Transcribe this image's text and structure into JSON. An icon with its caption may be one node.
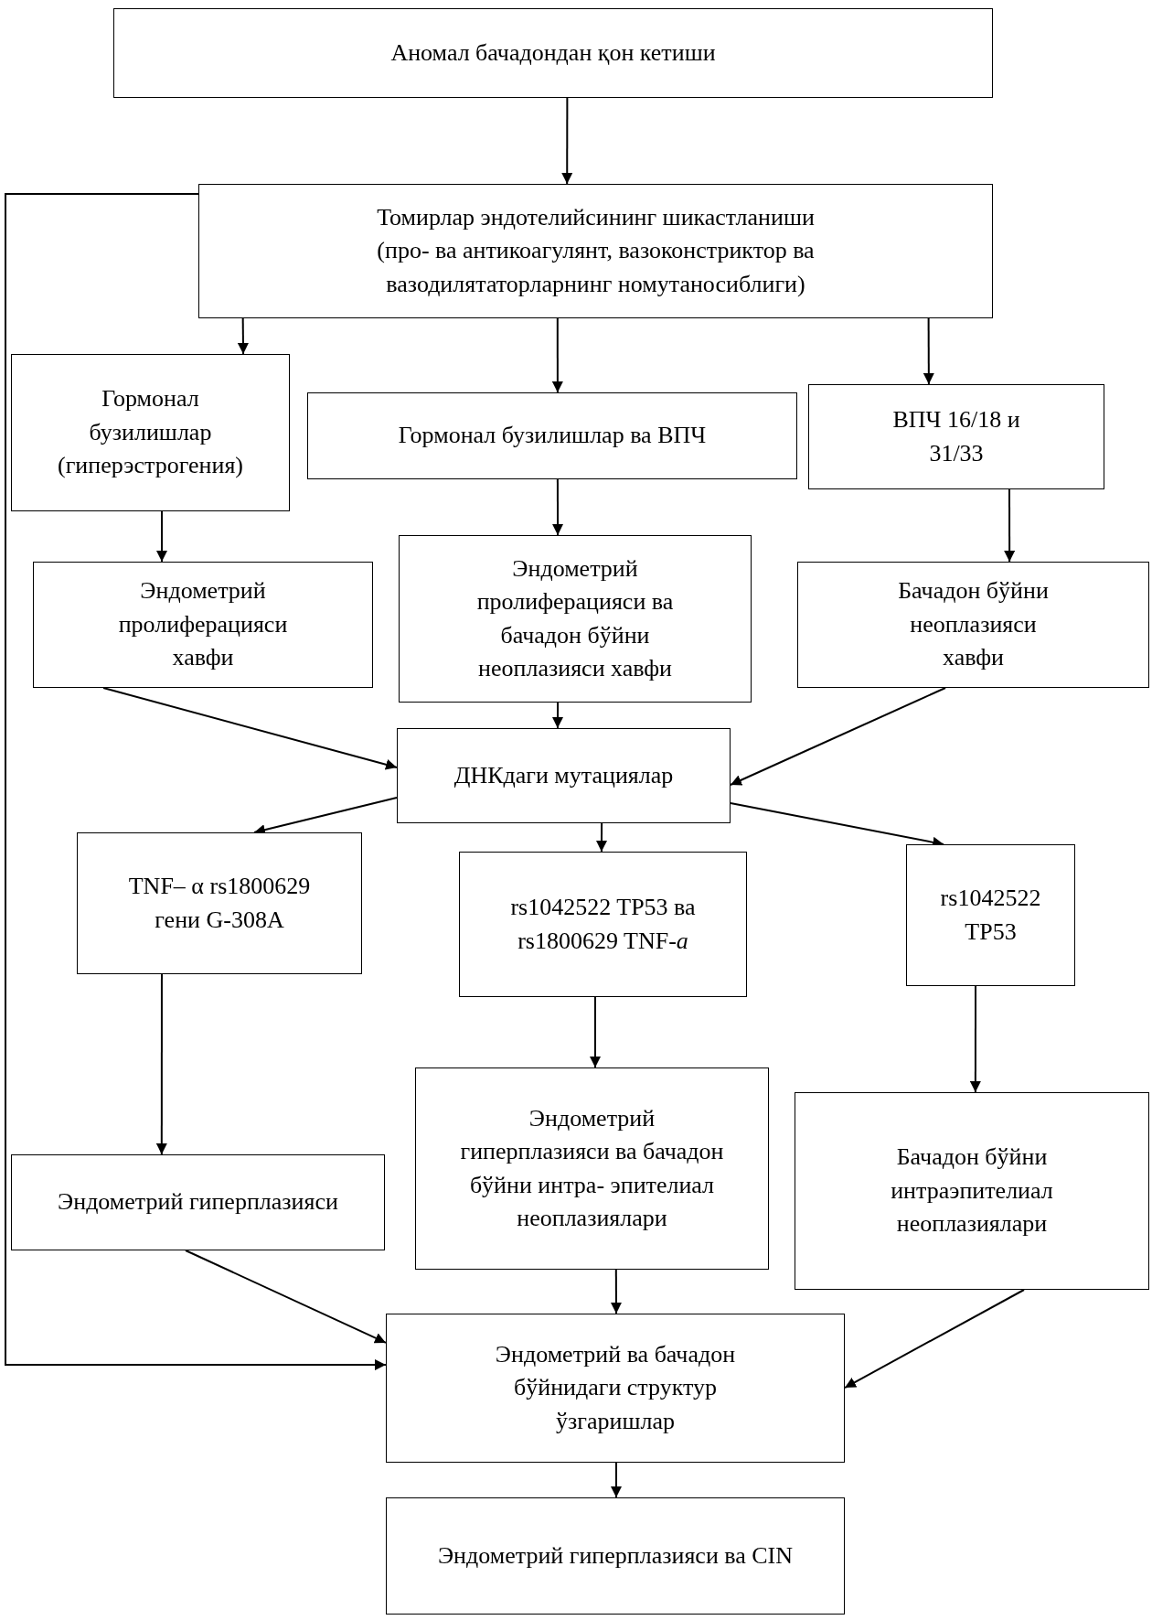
{
  "diagram": {
    "nodes": [
      {
        "text": [
          "Аномал бачадондан қон кетиши"
        ]
      },
      {
        "text": [
          "Томирлар эндотелийсининг шикастланиши",
          "(про- ва антикоагулянт, вазоконстриктор ва вазодилятаторларнинг номутаносиблиги)"
        ]
      },
      {
        "text": [
          "Гормонал бузилишлар (гиперэстрогения)"
        ]
      },
      {
        "text": [
          "Гормонал бузилишлар ва ВПЧ"
        ]
      },
      {
        "text": [
          "ВПЧ 16/18 и 31/33"
        ]
      },
      {
        "text": [
          "Эндометрий пролиферацияси хавфи"
        ]
      },
      {
        "text": [
          "Эндометрий пролиферацияси ва бачадон бўйни неоплазияси хавфи"
        ]
      },
      {
        "text": [
          "Бачадон бўйни неоплазияси хавфи"
        ]
      },
      {
        "text": [
          "ДНКдаги мутациялар"
        ]
      },
      {
        "text": [
          "TNF– α rs1800629 гени G-308A"
        ]
      },
      {
        "text": [
          "rs1042522 TP53 ва rs1800629 TNF-*a*"
        ]
      },
      {
        "text": [
          "rs1042522 TP53"
        ]
      },
      {
        "text": [
          "Эндометрий гиперплазияси"
        ]
      },
      {
        "text": [
          "Эндометрий гиперплазияси ва бачадон бўйни интра- эпителиал неоплазиялари"
        ]
      },
      {
        "text": [
          "Бачадон бўйни интраэпителиал неоплазиялари"
        ]
      },
      {
        "text": [
          "Эндометрий ва бачадон бўйнидаги структур ўзгаришлар"
        ]
      },
      {
        "text": [
          "Эндометрий гиперплазияси ва CIN"
        ]
      }
    ],
    "edges": [
      {
        "from": 0,
        "to": 1,
        "arrow": "to"
      },
      {
        "from": 1,
        "to": 2,
        "arrow": "to"
      },
      {
        "from": 1,
        "to": 3,
        "arrow": "to"
      },
      {
        "from": 1,
        "to": 4,
        "arrow": "to"
      },
      {
        "from": 2,
        "to": 5,
        "arrow": "to"
      },
      {
        "from": 3,
        "to": 6,
        "arrow": "to"
      },
      {
        "from": 4,
        "to": 7,
        "arrow": "to"
      },
      {
        "from": 5,
        "to": 8,
        "arrow": "to"
      },
      {
        "from": 6,
        "to": 8,
        "arrow": "to"
      },
      {
        "from": 7,
        "to": 8,
        "arrow": "to"
      },
      {
        "from": 8,
        "to": 9,
        "arrow": "to"
      },
      {
        "from": 8,
        "to": 10,
        "arrow": "to"
      },
      {
        "from": 8,
        "to": 11,
        "arrow": "to"
      },
      {
        "from": 9,
        "to": 12,
        "arrow": "to"
      },
      {
        "from": 10,
        "to": 13,
        "arrow": "to"
      },
      {
        "from": 11,
        "to": 14,
        "arrow": "to"
      },
      {
        "from": 12,
        "to": 15,
        "arrow": "to"
      },
      {
        "from": 13,
        "to": 15,
        "arrow": "to"
      },
      {
        "from": 14,
        "to": 15,
        "arrow": "to"
      },
      {
        "from": 15,
        "to": 16,
        "arrow": "to"
      },
      {
        "from": 1,
        "to": 15,
        "arrow": "to"
      }
    ]
  }
}
